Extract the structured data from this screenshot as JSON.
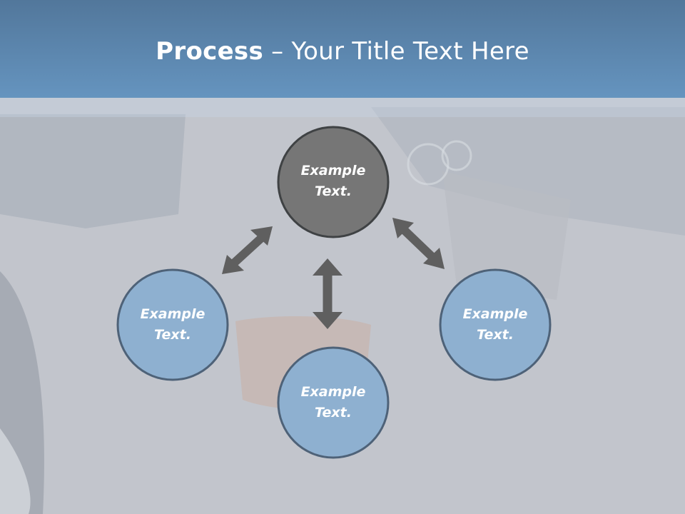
{
  "header": {
    "title_bold": "Process",
    "title_rest": " – Your Title Text Here"
  },
  "diagram": {
    "nodes": [
      {
        "id": "center",
        "line1": "Example",
        "line2": "Text."
      },
      {
        "id": "left",
        "line1": "Example",
        "line2": "Text."
      },
      {
        "id": "bottom",
        "line1": "Example",
        "line2": "Text."
      },
      {
        "id": "right",
        "line1": "Example",
        "line2": "Text."
      }
    ]
  },
  "colors": {
    "header": "#6594bf",
    "center_node": "#767676",
    "outer_node": "#8eb0d0",
    "node_border": "#3f4244",
    "outer_border": "#4e6278",
    "arrow": "#5f5f5f"
  }
}
